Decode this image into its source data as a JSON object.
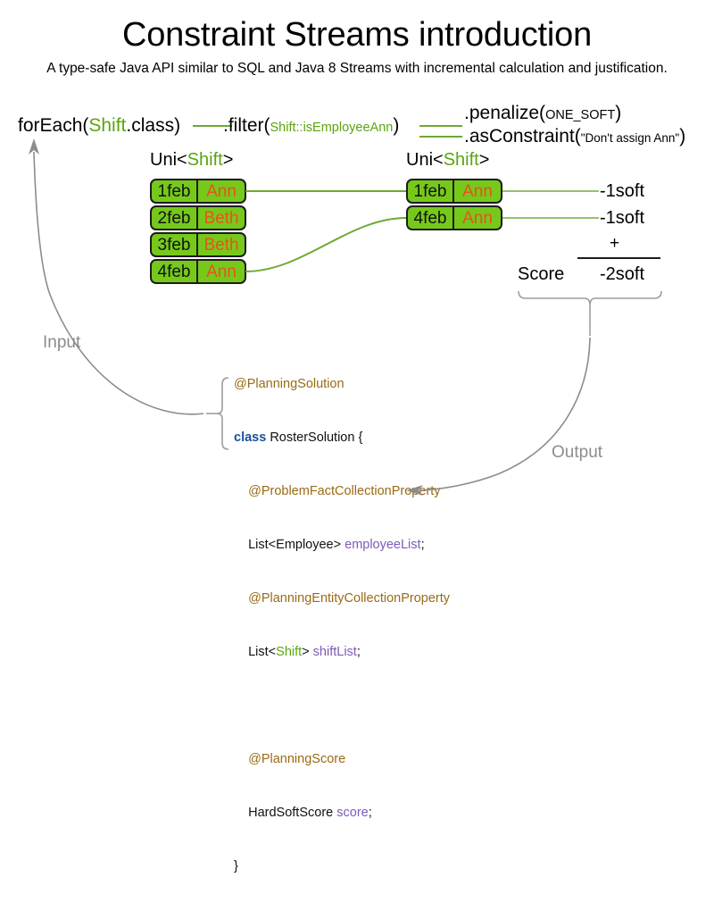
{
  "header": {
    "title": "Constraint Streams introduction",
    "subtitle": "A type-safe Java API similar to SQL and Java 8 Streams with incremental calculation and justification."
  },
  "pipeline": {
    "foreach": {
      "call": "forEach(",
      "type": "Shift",
      "tail": ".class)"
    },
    "filter": {
      "call": ".filter(",
      "arg": "Shift::isEmployeeAnn",
      "tail": ")"
    },
    "penalize": {
      "call": ".penalize(",
      "arg": "ONE_SOFT",
      "tail": ")"
    },
    "as_constraint": {
      "call": ".asConstraint(",
      "arg": "\"Don't assign Ann\"",
      "tail": ")"
    }
  },
  "streams": {
    "left": {
      "label_prefix": "Uni<",
      "label_type": "Shift",
      "label_suffix": ">",
      "tuples": [
        {
          "date": "1feb",
          "name": "Ann"
        },
        {
          "date": "2feb",
          "name": "Beth"
        },
        {
          "date": "3feb",
          "name": "Beth"
        },
        {
          "date": "4feb",
          "name": "Ann"
        }
      ]
    },
    "right": {
      "label_prefix": "Uni<",
      "label_type": "Shift",
      "label_suffix": ">",
      "tuples": [
        {
          "date": "1feb",
          "name": "Ann"
        },
        {
          "date": "4feb",
          "name": "Ann"
        }
      ]
    }
  },
  "penalties": [
    {
      "value": "-1soft"
    },
    {
      "value": "-1soft"
    }
  ],
  "score_summary": {
    "operator": "+",
    "label": "Score",
    "total": "-2soft"
  },
  "code": {
    "lines": [
      {
        "tokens": [
          {
            "text": "@PlanningSolution",
            "cls": "k-ann"
          }
        ]
      },
      {
        "tokens": [
          {
            "text": "class ",
            "cls": "k-kw"
          },
          {
            "text": "RosterSolution {",
            "cls": "k-plain"
          }
        ]
      },
      {
        "tokens": [
          {
            "text": "    @ProblemFactCollectionProperty",
            "cls": "k-ann"
          }
        ]
      },
      {
        "tokens": [
          {
            "text": "    List<Employee> ",
            "cls": "k-plain"
          },
          {
            "text": "employeeList",
            "cls": "k-field"
          },
          {
            "text": ";",
            "cls": "k-plain"
          }
        ]
      },
      {
        "tokens": [
          {
            "text": "    @PlanningEntityCollectionProperty",
            "cls": "k-ann"
          }
        ]
      },
      {
        "tokens": [
          {
            "text": "    List<",
            "cls": "k-plain"
          },
          {
            "text": "Shift",
            "cls": "k-green"
          },
          {
            "text": "> ",
            "cls": "k-plain"
          },
          {
            "text": "shiftList",
            "cls": "k-field"
          },
          {
            "text": ";",
            "cls": "k-plain"
          }
        ]
      },
      {
        "tokens": [
          {
            "text": " ",
            "cls": "k-plain"
          }
        ]
      },
      {
        "tokens": [
          {
            "text": "    @PlanningScore",
            "cls": "k-ann"
          }
        ]
      },
      {
        "tokens": [
          {
            "text": "    HardSoftScore ",
            "cls": "k-plain"
          },
          {
            "text": "score",
            "cls": "k-field"
          },
          {
            "text": ";",
            "cls": "k-plain"
          }
        ]
      },
      {
        "tokens": [
          {
            "text": "}",
            "cls": "k-plain"
          }
        ]
      }
    ]
  },
  "captions": {
    "input": "Input",
    "output": "Output"
  },
  "colors": {
    "tuple_fill": "#76c91b",
    "tuple_border": "#1c1c1c",
    "name_text": "#e8531d",
    "stream_green": "#5aa50f",
    "connector_green": "#6fa832",
    "annotation_brown": "#9a6a16",
    "keyword_blue": "#1b4f9c",
    "field_purple": "#7e5bb5",
    "caption_gray": "#8c8c8c"
  }
}
